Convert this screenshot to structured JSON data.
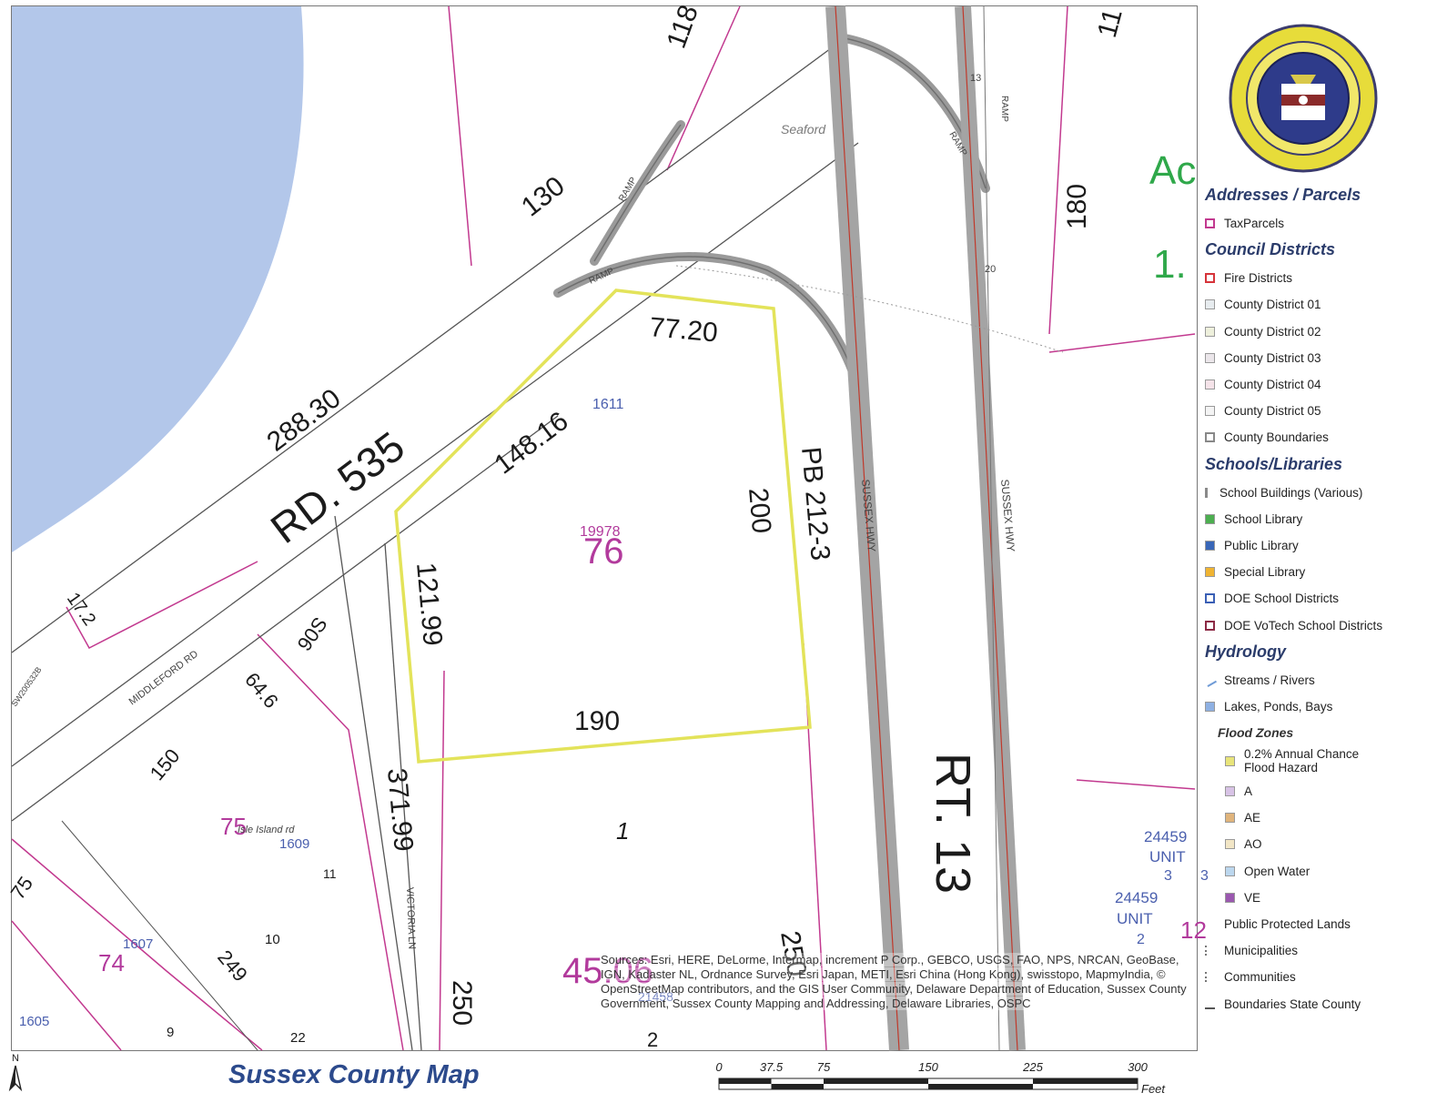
{
  "map": {
    "road_labels": {
      "rd535": "RD. 535",
      "rt13": "RT. 13",
      "middleford": "MIDDLEFORD RD",
      "victoria": "VICTORIA LN",
      "sussex_hwy_1": "SUSSEX HWY",
      "sussex_hwy_2": "SUSSEX HWY",
      "ramp_1": "RAMP",
      "ramp_2": "RAMP",
      "ramp_3": "RAMP",
      "ramp_4": "RAMP",
      "ramp_5": "RAMP",
      "swrd": "SW200532B",
      "route_13": "13",
      "route_20": "20",
      "seaford": "Seaford",
      "isle": "Isle Island rd"
    },
    "dimension_labels": {
      "d118": "118",
      "d11": "11",
      "d130": "130",
      "d288": "288.30",
      "d180": "180",
      "d7720": "77.20",
      "d14816": "148.16",
      "d200": "200",
      "pb": "PB 212-3",
      "d12199": "121.99",
      "d190": "190",
      "d172": "17.2",
      "d90s": "90S",
      "d646": "64.6",
      "d150": "150",
      "d37199": "371.99",
      "d75": "75",
      "d249": "249",
      "d250a": "250",
      "d250b": "250",
      "d1": "1",
      "d11b": "11",
      "d10": "10",
      "d9": "9",
      "d22": "22",
      "d2": "2",
      "d12": "12",
      "d3": "3"
    },
    "parcel_labels": {
      "p1611": "1611",
      "p19978": "19978",
      "p1609": "1609",
      "p1607": "1607",
      "p1605": "1605",
      "p24459a": "24459",
      "unit_a": "UNIT",
      "unit_a_num": "3",
      "p24459b": "24459",
      "unit_b": "UNIT",
      "unit_b_num": "2",
      "p21458": "21458"
    },
    "map_numbers": {
      "m76": "76",
      "m75": "75",
      "m74": "74",
      "m4506": "45.06"
    },
    "acreage_partial": {
      "ac": "Ac",
      "val": "1."
    }
  },
  "attribution": "Sources: Esri, HERE, DeLorme, Intermap, increment P Corp., GEBCO, USGS, FAO, NPS, NRCAN, GeoBase, IGN, Kadaster NL, Ordnance Survey, Esri Japan, METI, Esri China (Hong Kong), swisstopo, MapmyIndia, © OpenStreetMap contributors, and the GIS User Community, Delaware Department of Education, Sussex County Government, Sussex County Mapping and Addressing, Delaware Libraries, OSPC",
  "legend": {
    "sections": [
      {
        "title": "Addresses / Parcels",
        "items": [
          {
            "label": "TaxParcels",
            "color": "#c2398f",
            "style": "outline"
          }
        ]
      },
      {
        "title": "Council Districts",
        "items": [
          {
            "label": "Fire Districts",
            "color": "#d6343a",
            "style": "outline"
          },
          {
            "label": "County District 01",
            "color": "#e7ecef",
            "style": "fill"
          },
          {
            "label": "County District 02",
            "color": "#eef0dc",
            "style": "fill"
          },
          {
            "label": "County District 03",
            "color": "#ebe6ea",
            "style": "fill"
          },
          {
            "label": "County District 04",
            "color": "#f5e3e9",
            "style": "fill"
          },
          {
            "label": "County District 05",
            "color": "#f4f4f4",
            "style": "fill"
          },
          {
            "label": "County Boundaries",
            "color": "#888888",
            "style": "outline"
          }
        ]
      },
      {
        "title": "Schools/Libraries",
        "items": [
          {
            "label": "School Buildings (Various)",
            "color": "#8a8a8a",
            "style": "glyph"
          },
          {
            "label": "School Library",
            "color": "#4caf50",
            "style": "fill"
          },
          {
            "label": "Public Library",
            "color": "#3967b8",
            "style": "fill"
          },
          {
            "label": "Special Library",
            "color": "#f0b432",
            "style": "fill"
          },
          {
            "label": "DOE School Districts",
            "color": "#3a5fb5",
            "style": "outline"
          },
          {
            "label": "DOE VoTech School Districts",
            "color": "#8c2a45",
            "style": "outline"
          }
        ]
      },
      {
        "title": "Hydrology",
        "items": [
          {
            "label": "Streams / Rivers",
            "color": "#6f9bd6",
            "style": "line"
          },
          {
            "label": "Lakes, Ponds, Bays",
            "color": "#8fb1e3",
            "style": "fill"
          }
        ]
      }
    ],
    "flood": {
      "title": "Flood Zones",
      "items": [
        {
          "label": "0.2% Annual Chance Flood Hazard",
          "color": "#e8e47a",
          "style": "fill"
        },
        {
          "label": "A",
          "color": "#d8c3e6",
          "style": "fill"
        },
        {
          "label": "AE",
          "color": "#e0b47c",
          "style": "fill"
        },
        {
          "label": "AO",
          "color": "#f2e6c6",
          "style": "fill"
        },
        {
          "label": "Open Water",
          "color": "#bcd7ee",
          "style": "fill"
        },
        {
          "label": "VE",
          "color": "#9b58b0",
          "style": "fill"
        }
      ]
    },
    "other": [
      {
        "label": "Public Protected Lands",
        "color": "#ffffff",
        "style": "none"
      },
      {
        "label": "Municipalities",
        "color": "#777777",
        "style": "dots"
      },
      {
        "label": "Communities",
        "color": "#777777",
        "style": "dots"
      },
      {
        "label": "Boundaries State County",
        "color": "#555555",
        "style": "dash"
      }
    ]
  },
  "footer": {
    "north": "N",
    "title": "Sussex County Map",
    "scale_ticks": [
      "0",
      "37.5",
      "75",
      "150",
      "225",
      "300"
    ],
    "scale_unit": "Feet"
  },
  "colors": {
    "subject_parcel": "#e3e35a",
    "parcel_lines": "#c2398f",
    "water": "#b3c7ea",
    "roads": "#8c8c8c",
    "title": "#2c4a8c"
  }
}
